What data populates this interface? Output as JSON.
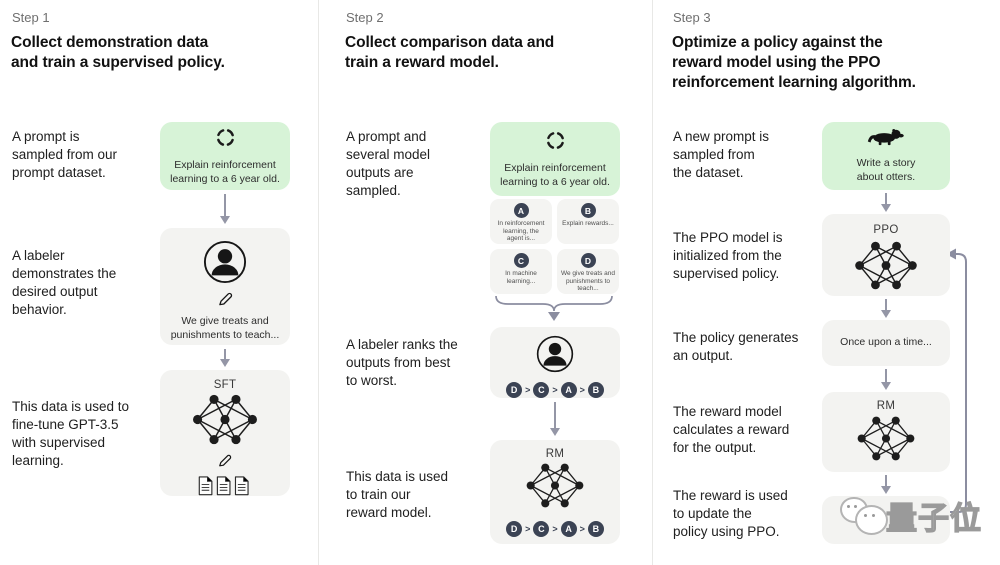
{
  "figure": {
    "description": "Three-step RLHF training diagram"
  },
  "steps": [
    {
      "label": "Step 1",
      "title": "Collect demonstration data\nand train a supervised policy.",
      "texts": [
        "A prompt is\nsampled from our\nprompt dataset.",
        "A labeler\ndemonstrates the\ndesired output\nbehavior.",
        "This data is used to\nfine-tune GPT-3.5\nwith supervised\nlearning."
      ],
      "flow": {
        "prompt_text": "Explain reinforcement\nlearning to a 6 year old.",
        "labeler_text": "We give treats and\npunishments to teach...",
        "model_label": "SFT"
      }
    },
    {
      "label": "Step 2",
      "title": "Collect comparison data and\ntrain a reward model.",
      "texts": [
        "A prompt and\nseveral model\noutputs are\nsampled.",
        "A labeler ranks the\noutputs from best\nto worst.",
        "This data is used\nto train our\nreward model."
      ],
      "flow": {
        "prompt_text": "Explain reinforcement\nlearning to a 6 year old.",
        "outputs": [
          {
            "letter": "A",
            "text": "In reinforcement\nlearning, the\nagent is..."
          },
          {
            "letter": "B",
            "text": "Explain rewards..."
          },
          {
            "letter": "C",
            "text": "In machine\nlearning..."
          },
          {
            "letter": "D",
            "text": "We give treats and\npunishments to\nteach..."
          }
        ],
        "ranking": [
          "D",
          "C",
          "A",
          "B"
        ],
        "rank_separator": ">",
        "model_label": "RM"
      }
    },
    {
      "label": "Step 3",
      "title": "Optimize a policy against the\nreward model using the PPO\nreinforcement learning algorithm.",
      "texts": [
        "A new prompt is\nsampled from\nthe dataset.",
        "The PPO model is\ninitialized from the\nsupervised policy.",
        "The policy generates\nan output.",
        "The reward model\ncalculates a reward\nfor the output.",
        "The reward is used\nto update the\npolicy using PPO."
      ],
      "flow": {
        "prompt_text": "Write a story\nabout otters.",
        "ppo_label": "PPO",
        "output_text": "Once upon a time...",
        "rm_label": "RM"
      }
    }
  ],
  "watermark": {
    "text": "量子位"
  },
  "colors": {
    "prompt_box_green": "#d7f3d7",
    "flow_box_gray": "#f3f3f1",
    "rank_circle_dark": "#3b4354",
    "arrow_gray": "#9496a6",
    "divider_gray": "#e8e8e6"
  }
}
